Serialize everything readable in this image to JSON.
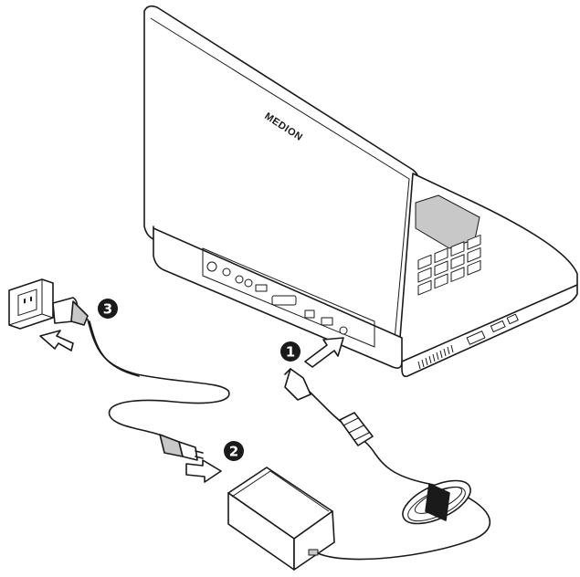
{
  "diagram": {
    "brand_logo": "MEDION",
    "steps": [
      {
        "label": "1",
        "target": "laptop-power-port"
      },
      {
        "label": "2",
        "target": "adapter-mains-socket"
      },
      {
        "label": "3",
        "target": "wall-outlet"
      }
    ]
  },
  "colors": {
    "ink": "#1a1a1a",
    "paper": "#ffffff",
    "shade": "#c8c8c8"
  },
  "icons": {
    "arrow": "block-arrow-icon",
    "marker": "numbered-circle-icon"
  }
}
